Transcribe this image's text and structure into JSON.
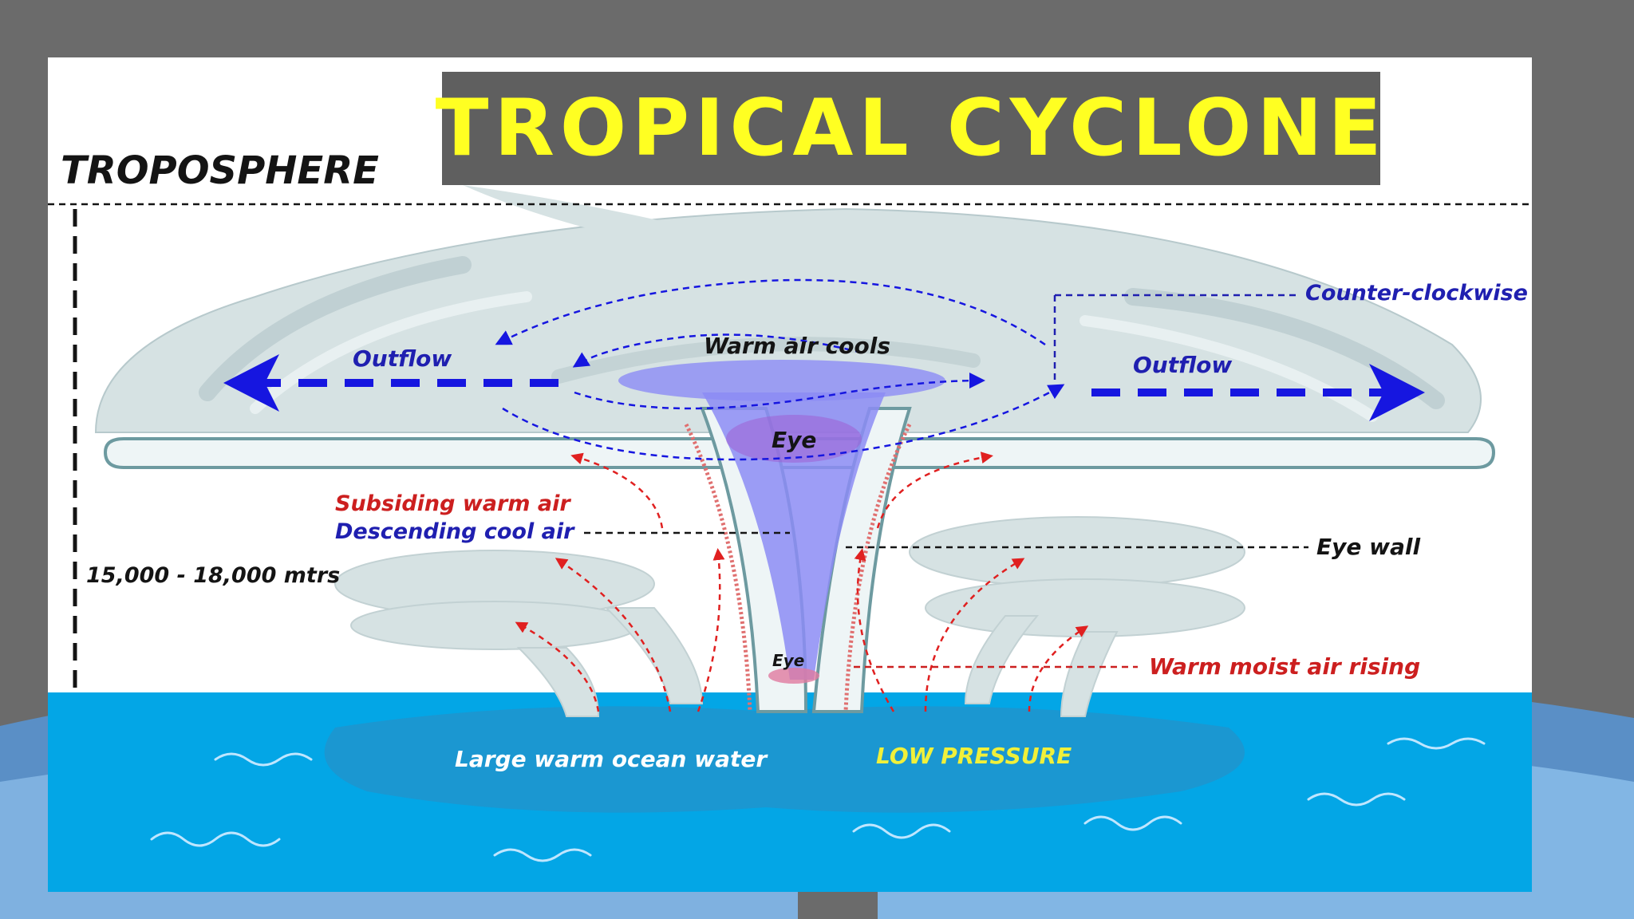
{
  "title": "TROPICAL CYCLONE",
  "layer_label": "TROPOSPHERE",
  "height_label": "15,000 - 18,000 mtrs",
  "labels": {
    "outflow_left": "Outflow",
    "outflow_right": "Outflow",
    "warm_air_cools": "Warm air cools",
    "counter_clockwise": "Counter-clockwise",
    "eye_top": "Eye",
    "eye_bottom": "Eye",
    "subsiding_warm_air": "Subsiding warm air",
    "descending_cool_air": "Descending cool air",
    "eye_wall": "Eye wall",
    "warm_moist_air_rising": "Warm moist air rising",
    "large_warm_ocean_water": "Large warm ocean water",
    "low_pressure": "LOW PRESSURE"
  },
  "colors": {
    "background": "#6b6b6b",
    "title_bar": "#5f5f5f",
    "title_text": "#ffff22",
    "ocean": "#03a6e6",
    "cloud": "#d6e2e3",
    "eye_funnel": "#8c8cf5",
    "outflow_arrow": "#1616e0",
    "rising_air_arrow": "#e02020",
    "label_blue": "#1f1fb0",
    "label_red": "#cc1f1f",
    "low_pressure_text": "#f0f03a"
  }
}
